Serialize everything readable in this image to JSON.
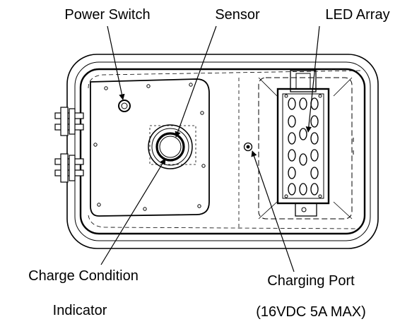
{
  "labels": {
    "power_switch": "Power Switch",
    "sensor": "Sensor",
    "led_array": "LED Array",
    "charge_condition_line1": "Charge Condition",
    "charge_condition_line2": "Indicator",
    "charging_port_line1": "Charging Port",
    "charging_port_line2": "(16VDC 5A MAX)"
  },
  "colors": {
    "line": "#000000",
    "background": "#ffffff"
  }
}
